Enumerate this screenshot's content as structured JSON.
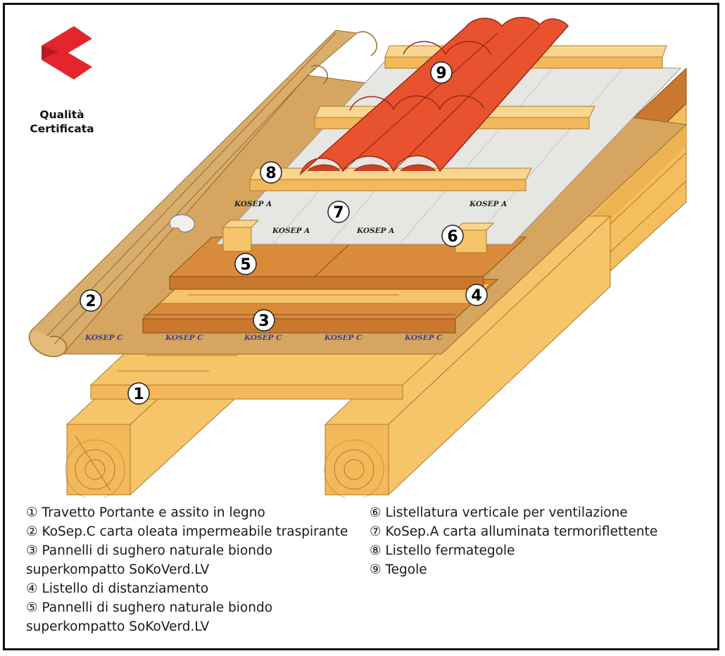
{
  "logo": {
    "line1": "Qualità",
    "line2": "Certificata",
    "color": "#e3262d"
  },
  "labels": {
    "brand_c": "KOSEP C",
    "brand_a": "KOSEP A"
  },
  "callouts": [
    "1",
    "2",
    "3",
    "4",
    "5",
    "6",
    "7",
    "8",
    "9"
  ],
  "legend": {
    "left": [
      {
        "marker": "①",
        "text": "Travetto Portante e assito in legno"
      },
      {
        "marker": "②",
        "text": "KoSep.C carta oleata impermeabile traspirante"
      },
      {
        "marker": "③",
        "text": "Pannelli di sughero naturale biondo",
        "cont": "superkompatto SoKoVerd.LV"
      },
      {
        "marker": "④",
        "text": "Listello di distanziamento"
      },
      {
        "marker": "⑤",
        "text": "Pannelli di sughero naturale biondo",
        "cont": "superkompatto SoKoVerd.LV"
      }
    ],
    "right": [
      {
        "marker": "⑥",
        "text": "Listellatura verticale per ventilazione"
      },
      {
        "marker": "⑦",
        "text": "KoSep.A carta alluminata termoriflettente"
      },
      {
        "marker": "⑧",
        "text": "Listello fermategole"
      },
      {
        "marker": "⑨",
        "text": "Tegole"
      }
    ]
  },
  "colors": {
    "wood": "#f6c469",
    "wood_dark": "#d99a3e",
    "cork": "#c9782d",
    "cork_light": "#d98a3a",
    "paper_c": "#d6a55f",
    "paper_a": "#e6e6e3",
    "tile": "#e8522f"
  }
}
